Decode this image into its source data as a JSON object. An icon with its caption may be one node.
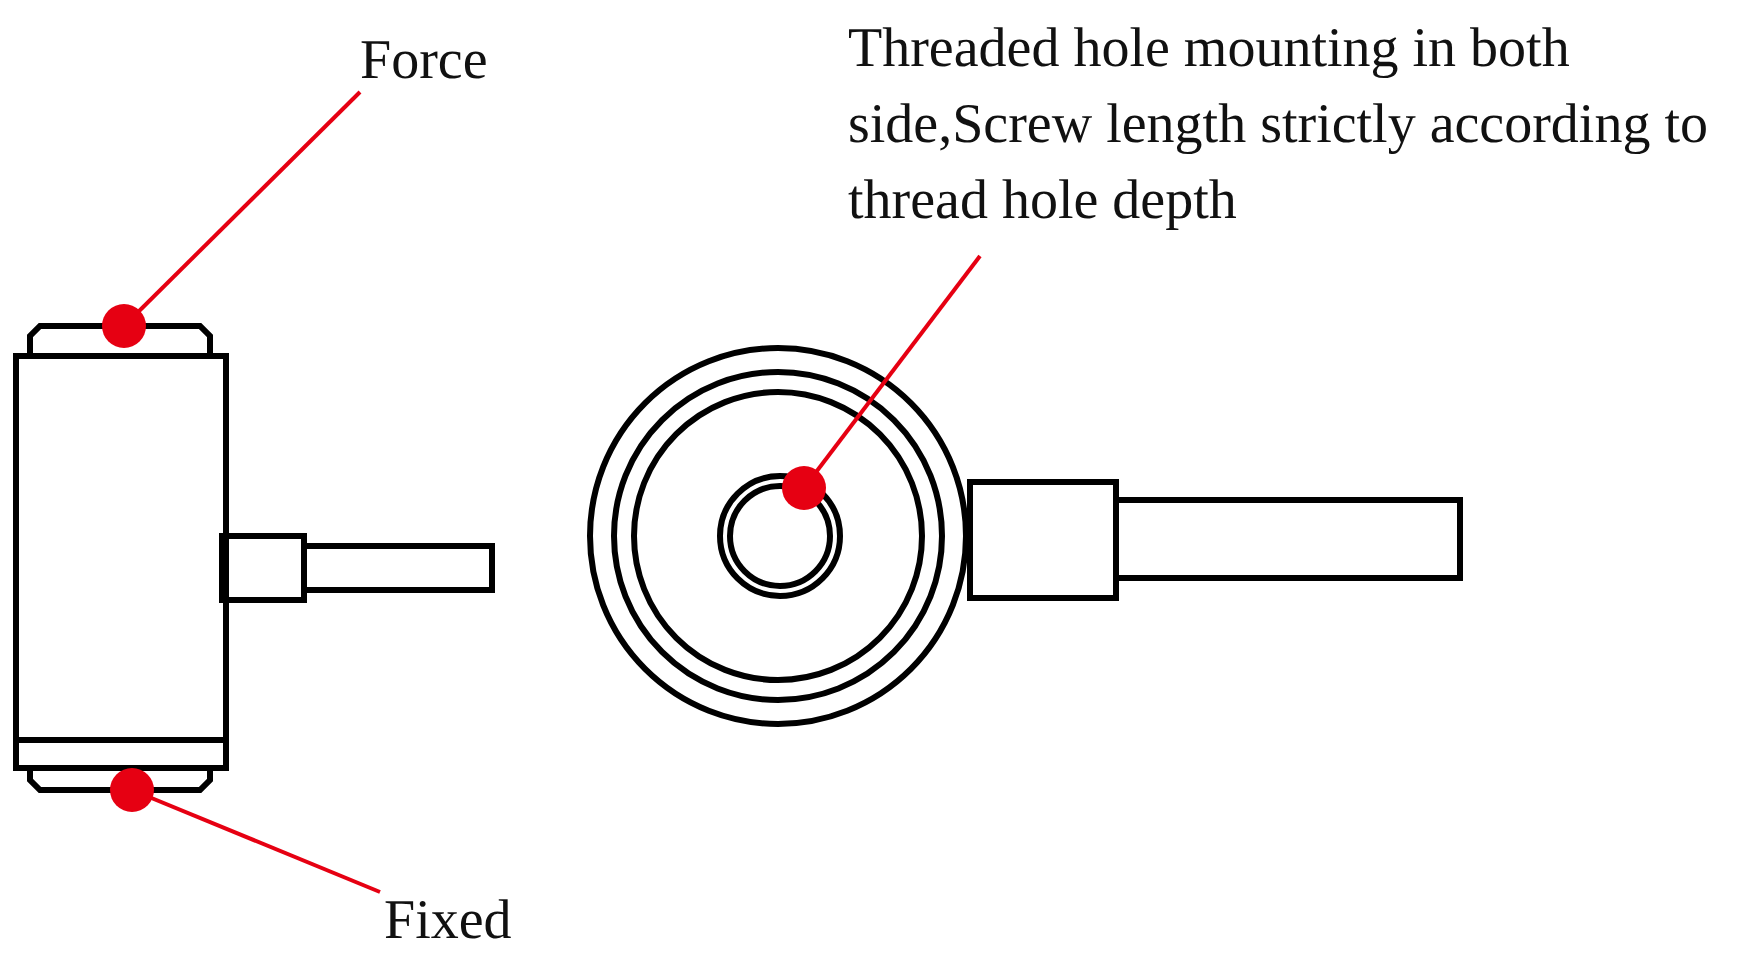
{
  "diagram": {
    "nodes": [
      {
        "text": [
          "Force"
        ]
      },
      {
        "text": [],
        "shape": "picture"
      },
      {
        "text": [
          "Fixed"
        ]
      },
      {
        "text": [],
        "shape": "picture"
      },
      {
        "text": [
          "Threaded hole mounting in both side,Screw length strictly according to thread hole depth"
        ]
      },
      {
        "text": [],
        "shape": "circle"
      }
    ],
    "edges": [
      {
        "from": 0,
        "to": 1,
        "arrow": "other"
      },
      {
        "from": 2,
        "to": 3,
        "arrow": "other"
      },
      {
        "from": 4,
        "to": 5,
        "arrow": "other"
      }
    ]
  }
}
